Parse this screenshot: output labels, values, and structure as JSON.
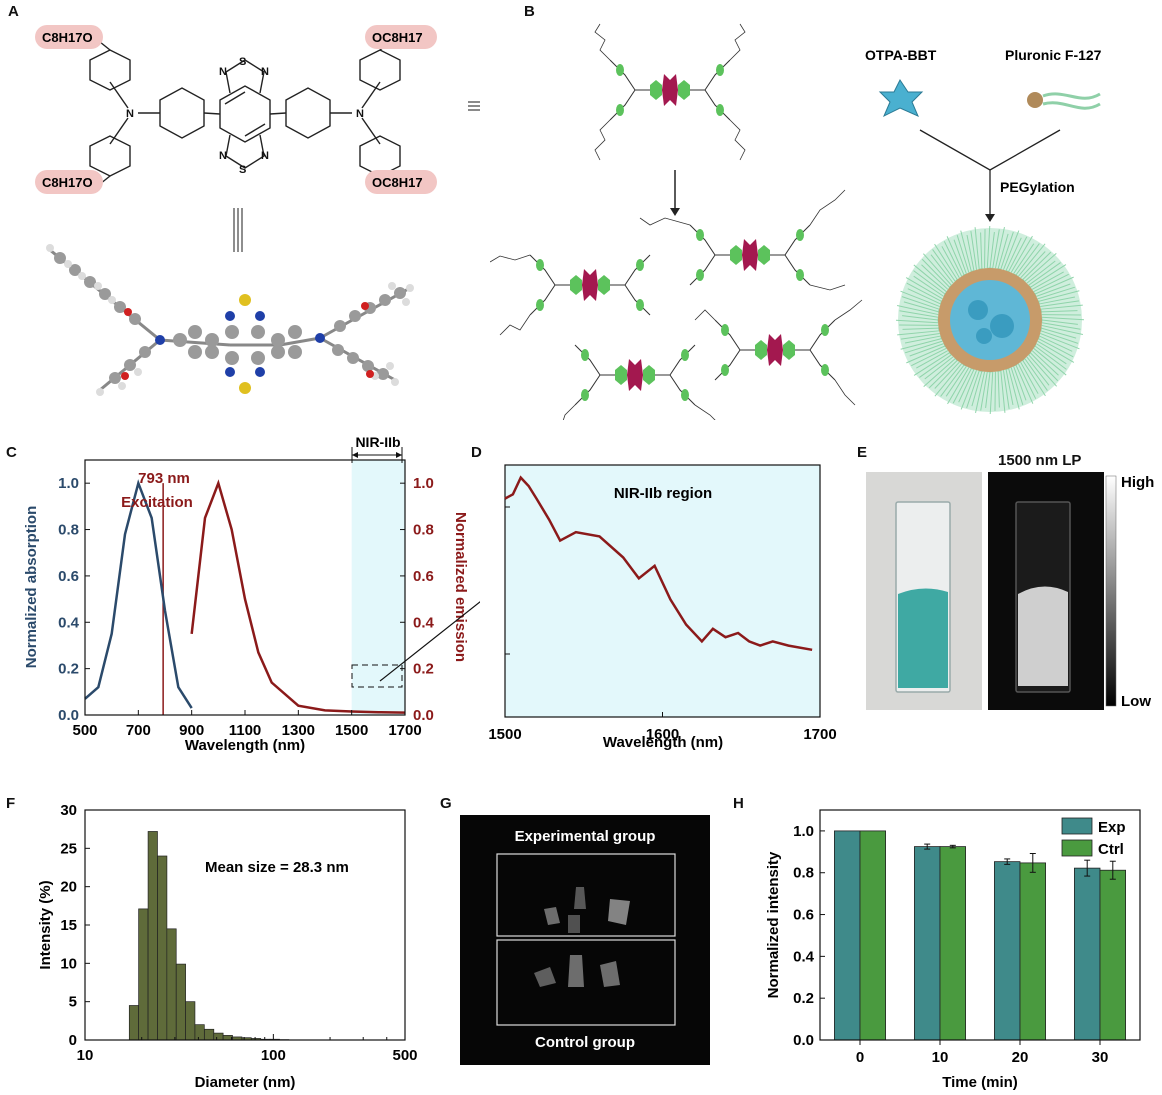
{
  "panels": {
    "A": {
      "letter": "A",
      "substituents": [
        "C8H17O",
        "OC8H17",
        "C8H17O",
        "OC8H17"
      ],
      "equal_sign_note": "≡"
    },
    "B": {
      "letter": "B",
      "reagent_1": "OTPA-BBT",
      "reagent_2": "Pluronic F-127",
      "process": "PEGylation"
    },
    "C": {
      "letter": "C",
      "band_label": "NIR-IIb",
      "excitation_label_1": "793 nm",
      "excitation_label_2": "Excitation",
      "colors": {
        "absorption": "#2b4a6b",
        "emission": "#8b1a1a",
        "excitation": "#8b1a1a",
        "band_fill": "#e3f8fb"
      }
    },
    "D": {
      "letter": "D",
      "region_label": "NIR-IIb region"
    },
    "E": {
      "letter": "E",
      "title": "1500 nm LP",
      "scale_high": "High",
      "scale_low": "Low"
    },
    "F": {
      "letter": "F",
      "annotation": "Mean size = 28.3 nm",
      "bar_color": "#5f6b3a"
    },
    "G": {
      "letter": "G",
      "top_label": "Experimental group",
      "bottom_label": "Control group"
    },
    "H": {
      "letter": "H",
      "colors": {
        "Exp": "#3f8a8a",
        "Ctrl": "#4a9a3f"
      }
    }
  },
  "chart_data": [
    {
      "id": "C",
      "type": "line",
      "xlabel": "Wavelength (nm)",
      "ylabel": "Normalized absorption",
      "y2label": "Normalized emission",
      "xlim": [
        500,
        1700
      ],
      "ylim": [
        0,
        1.1
      ],
      "xticks": [
        "500",
        "700",
        "900",
        "1100",
        "1300",
        "1500",
        "1700"
      ],
      "yticks": [
        "0.0",
        "0.2",
        "0.4",
        "0.6",
        "0.8",
        "1.0"
      ],
      "series": [
        {
          "key": "absorption",
          "x": [
            500,
            550,
            600,
            650,
            700,
            750,
            800,
            850,
            900
          ],
          "values": [
            0.07,
            0.12,
            0.35,
            0.78,
            1.0,
            0.85,
            0.45,
            0.12,
            0.03
          ]
        },
        {
          "key": "emission",
          "x": [
            900,
            950,
            1000,
            1050,
            1100,
            1150,
            1200,
            1300,
            1400,
            1500,
            1600,
            1700
          ],
          "values": [
            0.35,
            0.85,
            1.0,
            0.8,
            0.5,
            0.27,
            0.14,
            0.04,
            0.02,
            0.015,
            0.012,
            0.01
          ]
        }
      ],
      "excitation_nm": 793
    },
    {
      "id": "D",
      "type": "line",
      "xlabel": "Wavelength (nm)",
      "xlim": [
        1500,
        1700
      ],
      "xticks": [
        "1500",
        "1600",
        "1700"
      ],
      "series": [
        {
          "x": [
            1500,
            1505,
            1510,
            1515,
            1520,
            1528,
            1535,
            1545,
            1560,
            1575,
            1585,
            1595,
            1605,
            1615,
            1625,
            1632,
            1640,
            1648,
            1655,
            1662,
            1670,
            1680,
            1695
          ],
          "values": [
            0.92,
            0.93,
            0.97,
            0.95,
            0.92,
            0.87,
            0.82,
            0.84,
            0.83,
            0.78,
            0.73,
            0.76,
            0.68,
            0.62,
            0.58,
            0.61,
            0.59,
            0.6,
            0.58,
            0.57,
            0.58,
            0.57,
            0.56
          ]
        }
      ]
    },
    {
      "id": "F",
      "type": "bar",
      "xlabel": "Diameter (nm)",
      "ylabel": "Intensity (%)",
      "xscale": "log",
      "xlim": [
        10,
        500
      ],
      "ylim": [
        0,
        30
      ],
      "xticks": [
        "10",
        "100",
        "500"
      ],
      "yticks": [
        "0",
        "5",
        "10",
        "15",
        "20",
        "25",
        "30"
      ],
      "x": [
        18.2,
        20.4,
        22.9,
        25.7,
        28.8,
        32.3,
        36.2,
        40.6,
        45.6,
        51.1,
        57.3,
        64.3,
        72.1,
        80.9,
        90.7,
        101.8,
        114.2
      ],
      "values": [
        4.5,
        17.1,
        27.2,
        24.0,
        14.5,
        9.9,
        5.0,
        2.0,
        1.4,
        0.9,
        0.6,
        0.4,
        0.3,
        0.2,
        0.1,
        0.1,
        0.05
      ]
    },
    {
      "id": "H",
      "type": "bar",
      "xlabel": "Time (min)",
      "ylabel": "Normalized intensity",
      "categories": [
        "0",
        "10",
        "20",
        "30"
      ],
      "ylim": [
        0,
        1.1
      ],
      "yticks": [
        "0.0",
        "0.2",
        "0.4",
        "0.6",
        "0.8",
        "1.0"
      ],
      "series": [
        {
          "name": "Exp",
          "values": [
            1.0,
            0.925,
            0.853,
            0.822
          ],
          "errors": [
            0,
            0.012,
            0.013,
            0.038
          ]
        },
        {
          "name": "Ctrl",
          "values": [
            1.0,
            0.925,
            0.847,
            0.812
          ],
          "errors": [
            0,
            0.006,
            0.045,
            0.043
          ]
        }
      ],
      "legend": "top-right"
    }
  ]
}
